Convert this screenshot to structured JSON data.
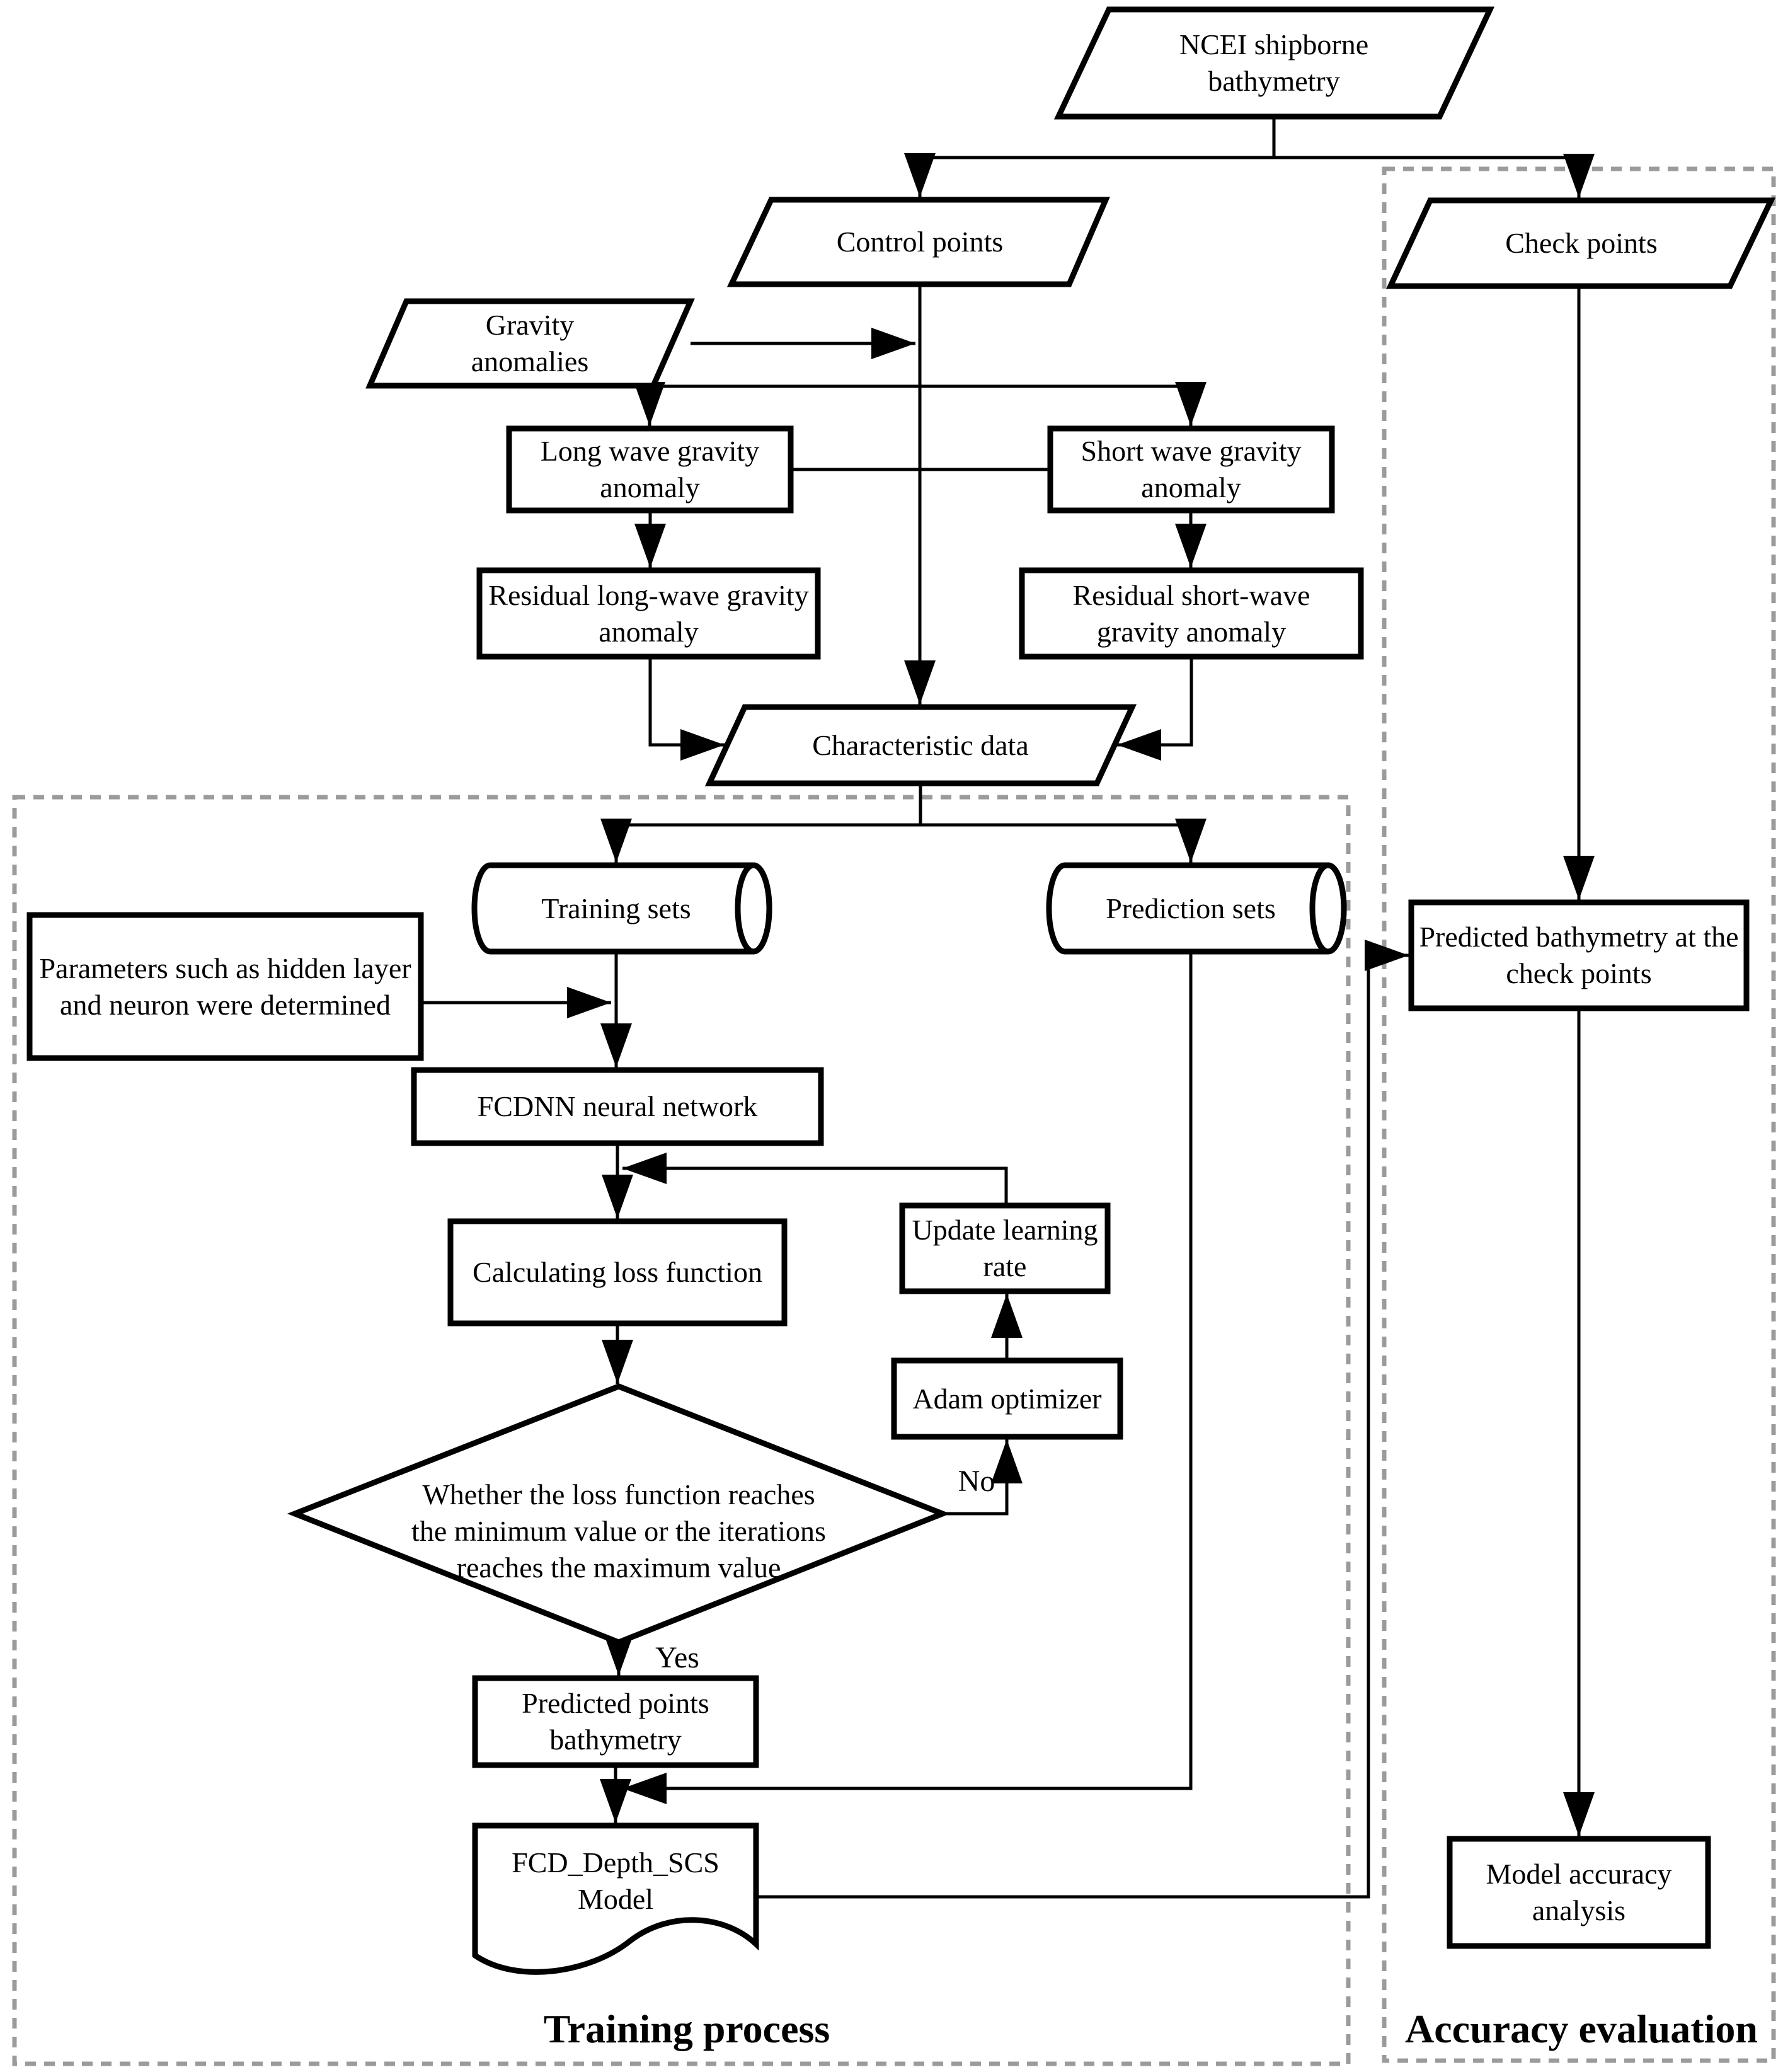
{
  "flowchart": {
    "nodes": {
      "ncei": {
        "label": "NCEI shipborne bathymetry",
        "shape": "parallelogram"
      },
      "control_points": {
        "label": "Control points",
        "shape": "parallelogram"
      },
      "check_points": {
        "label": "Check points",
        "shape": "parallelogram"
      },
      "gravity_anomalies": {
        "label": "Gravity anomalies",
        "shape": "parallelogram"
      },
      "long_wave": {
        "label": "Long wave gravity anomaly",
        "shape": "rect"
      },
      "short_wave": {
        "label": "Short wave gravity anomaly",
        "shape": "rect"
      },
      "residual_long_wave": {
        "label": "Residual long-wave gravity anomaly",
        "shape": "rect"
      },
      "residual_short_wave": {
        "label": "Residual short-wave gravity anomaly",
        "shape": "rect"
      },
      "characteristic_data": {
        "label": "Characteristic data",
        "shape": "parallelogram"
      },
      "training_sets": {
        "label": "Training sets",
        "shape": "cylinder"
      },
      "prediction_sets": {
        "label": "Prediction sets",
        "shape": "cylinder"
      },
      "parameters": {
        "label": "Parameters such as hidden layer and neuron were determined",
        "shape": "rect"
      },
      "fcdnn": {
        "label": "FCDNN neural network",
        "shape": "rect"
      },
      "calculating_loss": {
        "label": "Calculating loss function",
        "shape": "rect"
      },
      "update_learning_rate": {
        "label": "Update learning rate",
        "shape": "rect"
      },
      "adam_optimizer": {
        "label": "Adam optimizer",
        "shape": "rect"
      },
      "decision": {
        "label": "Whether the loss function reaches the minimum value or the iterations reaches the maximum value",
        "shape": "diamond"
      },
      "predicted_points": {
        "label": "Predicted points bathymetry",
        "shape": "rect"
      },
      "fcd_model": {
        "label": "FCD_Depth_SCS Model",
        "shape": "document"
      },
      "predicted_bathymetry": {
        "label": "Predicted bathymetry at the check points",
        "shape": "rect"
      },
      "model_accuracy": {
        "label": "Model accuracy analysis",
        "shape": "rect"
      }
    },
    "edge_labels": {
      "yes": "Yes",
      "no": "No"
    },
    "section_labels": {
      "training": "Training process",
      "accuracy": "Accuracy evaluation"
    },
    "colors": {
      "line": "#000000",
      "region_border": "#9b9b9b",
      "background": "#ffffff"
    }
  }
}
